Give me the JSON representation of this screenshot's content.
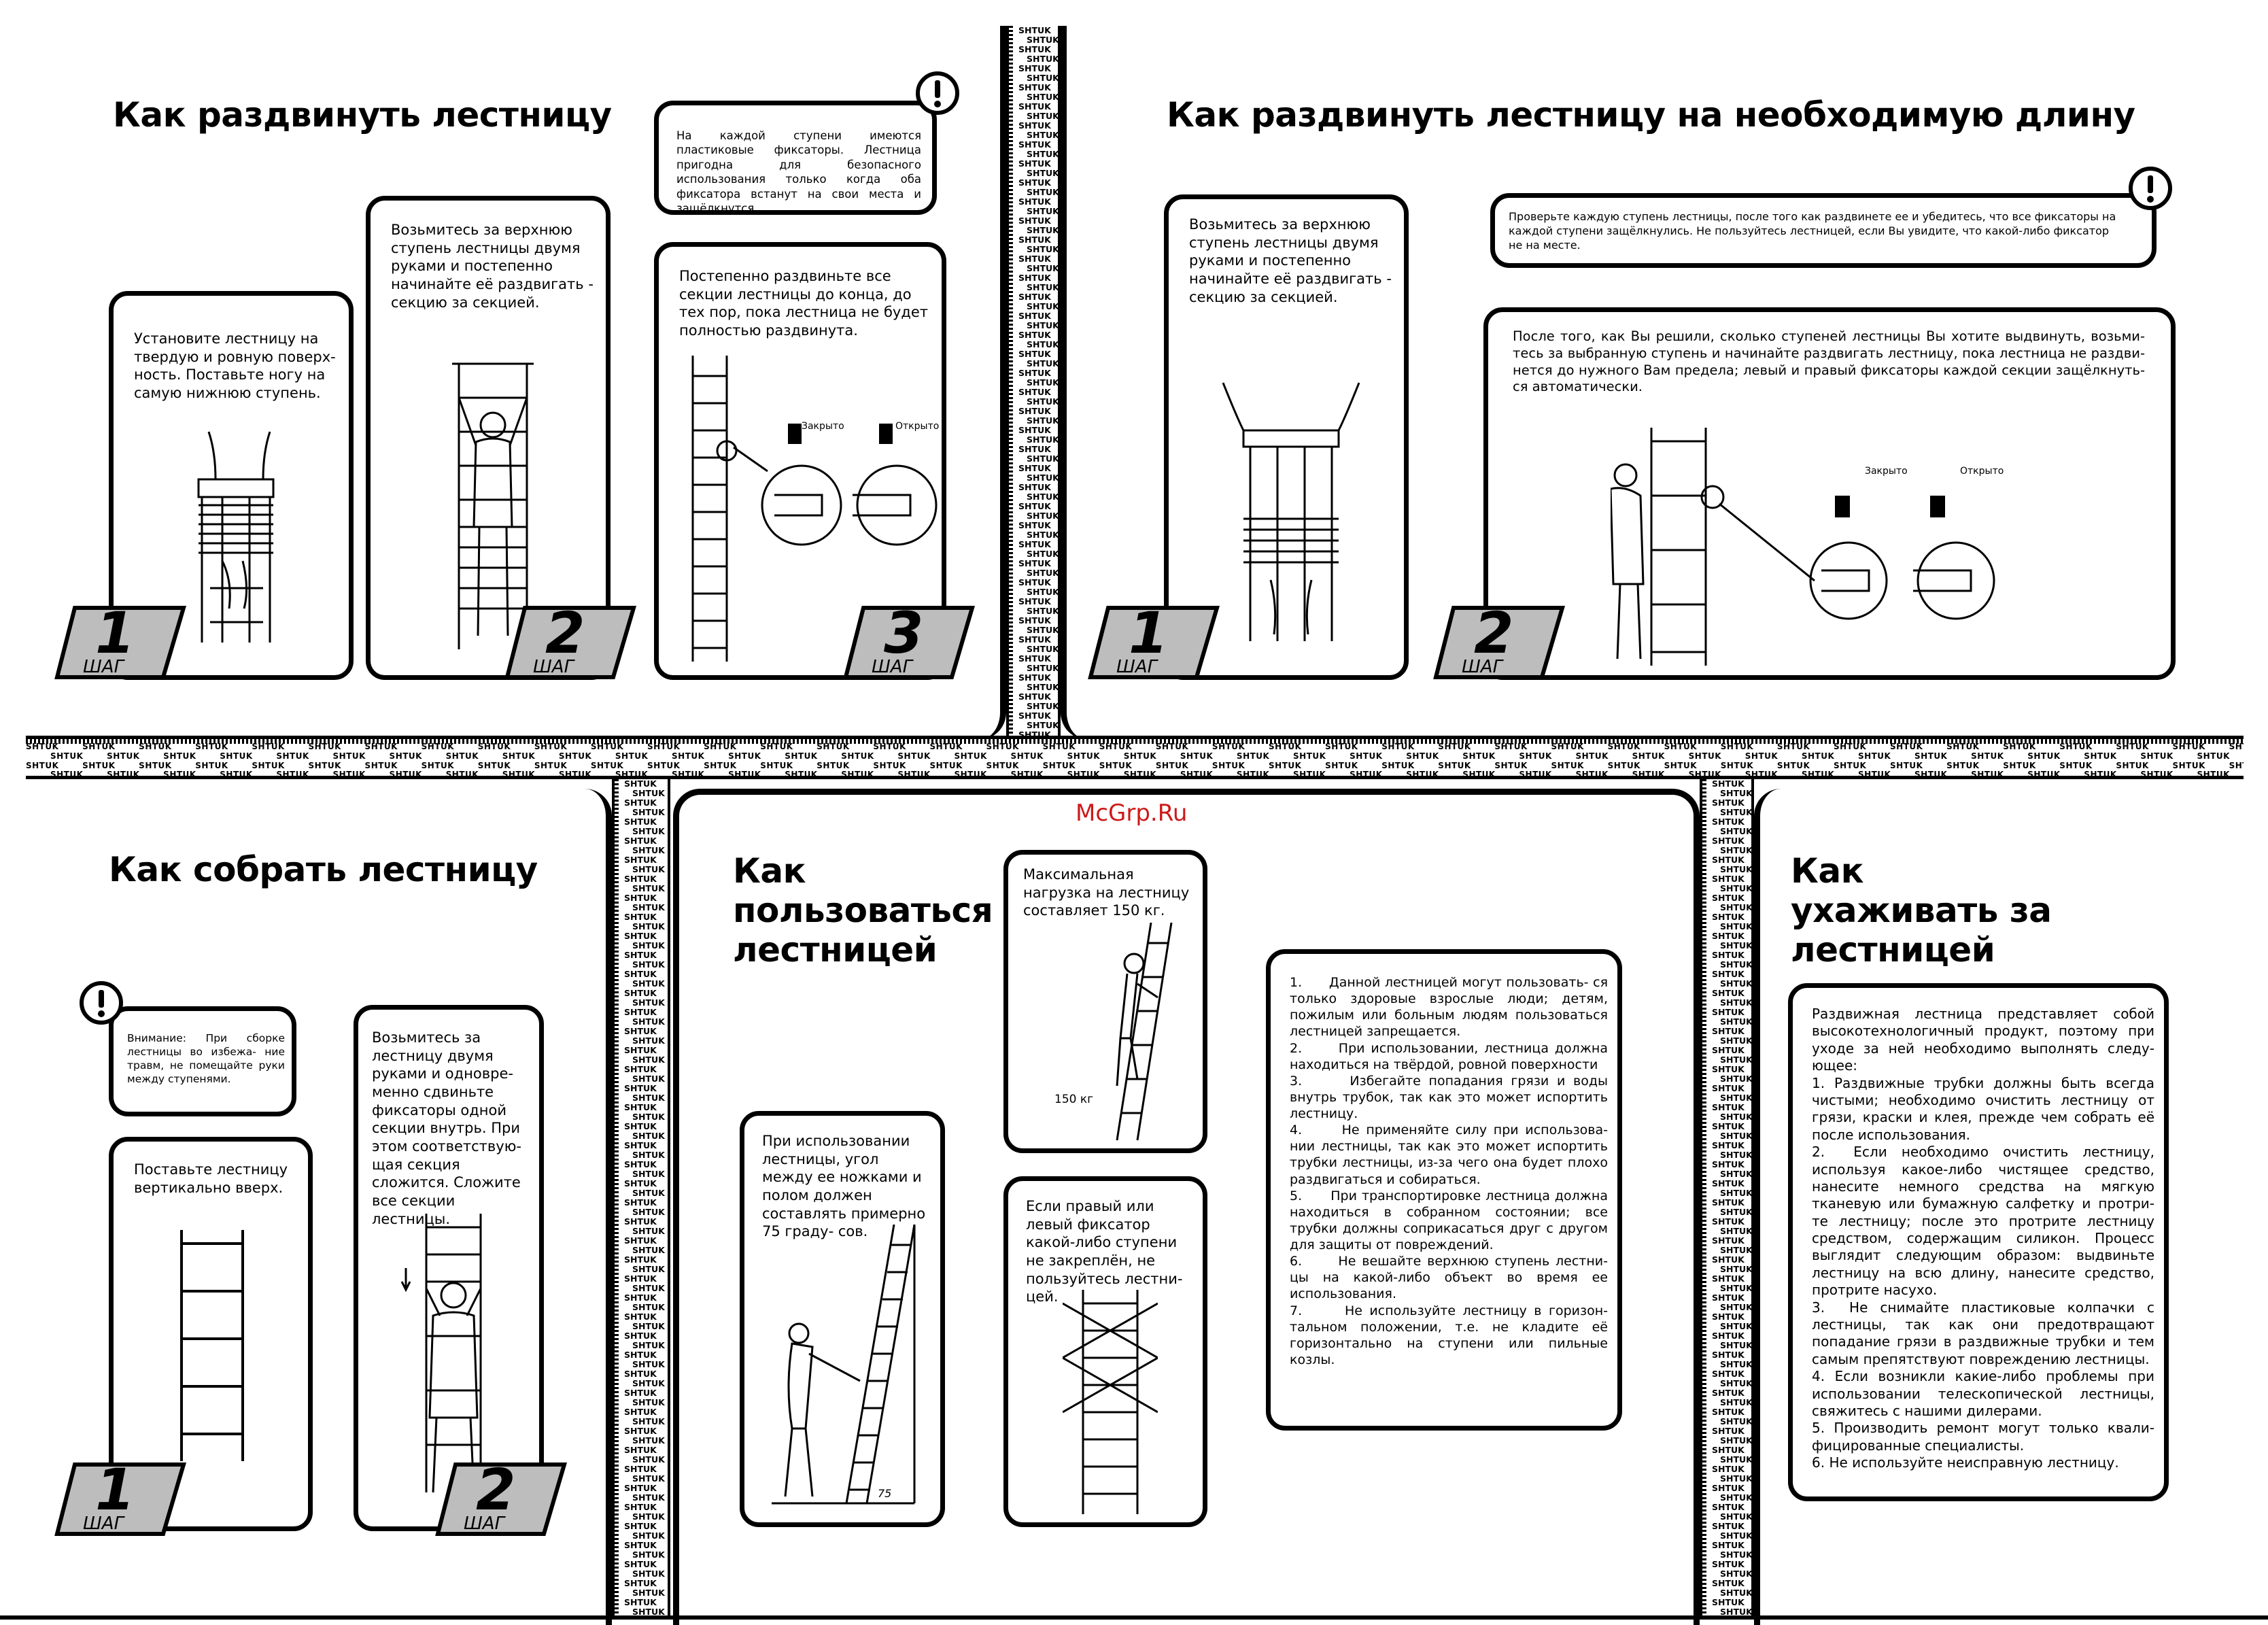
{
  "strip_word": "SHTUK",
  "watermark": "McGrp.Ru",
  "step_word": "ШАГ",
  "label_closed": "Закрыто",
  "label_open": "Открыто",
  "load_label": "150 кг",
  "angle_label": "75",
  "s1": {
    "title": "Как раздвинуть лестницу",
    "step1": "Установите лестницу на твердую и ровную поверх- ность. Поставьте ногу на самую нижнюю ступень.",
    "step2": "Возьмитесь за верхнюю ступень лестницы двумя руками и постепенно начинайте её раздвигать - секцию за секцией.",
    "step3": "Постепенно раздвиньте все секции лестницы до конца, до тех пор, пока лестница не будет полностью раздвинута.",
    "warning": "На каждой ступени имеются пластиковые фиксаторы. Лестница пригодна для безопасного использования только когда оба фиксатора встанут на свои места и защёлкнутся.",
    "n1": "1",
    "n2": "2",
    "n3": "3"
  },
  "s2": {
    "title": "Как раздвинуть лестницу на необходимую длину",
    "step1": "Возьмитесь за верхнюю ступень лестницы двумя руками и постепенно начинайте её раздвигать - секцию за секцией.",
    "warning": "Проверьте каждую ступень лестницы, после того как раздвинете ее и убедитесь, что все фиксаторы на каждой ступени защёлкнулись. Не пользуйтесь лестницей, если Вы увидите, что какой-либо фиксатор не на месте.",
    "step2": "После того, как Вы решили, сколько ступеней лестницы Вы хотите выдвинуть, возьми- тесь за выбранную ступень и начинайте раздвигать лестницу, пока лестница не раздви- нется до нужного Вам предела; левый и правый фиксаторы каждой секции защёлкнуть- ся автоматически.",
    "n1": "1",
    "n2": "2"
  },
  "s3": {
    "title": "Как собрать лестницу",
    "warning": "Внимание: При сборке лестницы во избежа- ние травм, не помещайте руки между ступенями.",
    "step1": "Поставьте лестницу вертикально вверх.",
    "step2": "Возьмитесь за лестницу двумя руками и одновре- менно сдвиньте фиксаторы одной секции внутрь. При этом соответствую- щая секция сложится. Сложите все секции лестницы.",
    "n1": "1",
    "n2": "2"
  },
  "s4": {
    "title": "Как пользоваться лестницей",
    "load": "Максимальная нагрузка на лестницу составляет 150 кг.",
    "angle": "При использовании лестницы, угол между ее ножками и полом должен составлять примерно 75 граду- сов.",
    "latch": "Если правый или левый фиксатор какой-либо ступени не закреплён, не пользуйтесь лестни- цей.",
    "rules": [
      "1.      Данной лестницей могут пользовать- ся только здоровые взрослые люди; детям, пожилым или больным людям пользоваться лестницей запрещается.",
      "2.      При использовании, лестница должна находиться на твёрдой, ровной поверхности",
      "3.      Избегайте попадания грязи и воды внутрь трубок, так как это может испортить лестницу.",
      "4.      Не применяйте силу при использова- нии лестницы, так как это может испортить трубки лестницы, из-за чего она будет плохо раздвигаться и собираться.",
      "5.      При транспортировке лестница должна находиться в собранном состоянии; все трубки должны соприкасаться друг с другом для защиты от повреждений.",
      "6.      Не вешайте верхнюю ступень лестни- цы на какой-либо объект во время ее использования.",
      "7.      Не используйте лестницу в горизон- тальном положении, т.е. не кладите её горизонтально на ступени или пильные козлы."
    ]
  },
  "s5": {
    "title": "Как ухаживать за лестницей",
    "intro": "Раздвижная лестница представляет собой высокотехнологичный продукт, поэтому при уходе за ней необходимо выполнять следу- ющее:",
    "items": [
      "1. Раздвижные трубки должны быть всегда чистыми; необходимо очистить лестницу от грязи, краски и клея, прежде чем собрать её после использования.",
      "2.  Если необходимо очистить лестницу, используя какое-либо чистящее средство, нанесите немного средства на мягкую тканевую или бумажную салфетку и протри- те лестницу; после это протрите лестницу средством, содержащим силикон. Процесс выглядит следующим образом: выдвиньте лестницу на всю длину, нанесите средство, протрите насухо.",
      "3.  Не снимайте пластиковые колпачки с лестницы, так как они предотвращают попадание грязи в раздвижные трубки и тем самым препятствуют повреждению лестницы.",
      "4. Если возникли какие-либо проблемы при использовании телескопической лестницы, свяжитесь с нашими дилерами.",
      "5. Производить ремонт могут только квали- фицированные специалисты.",
      "6. Не используйте неисправную лестницу."
    ]
  }
}
